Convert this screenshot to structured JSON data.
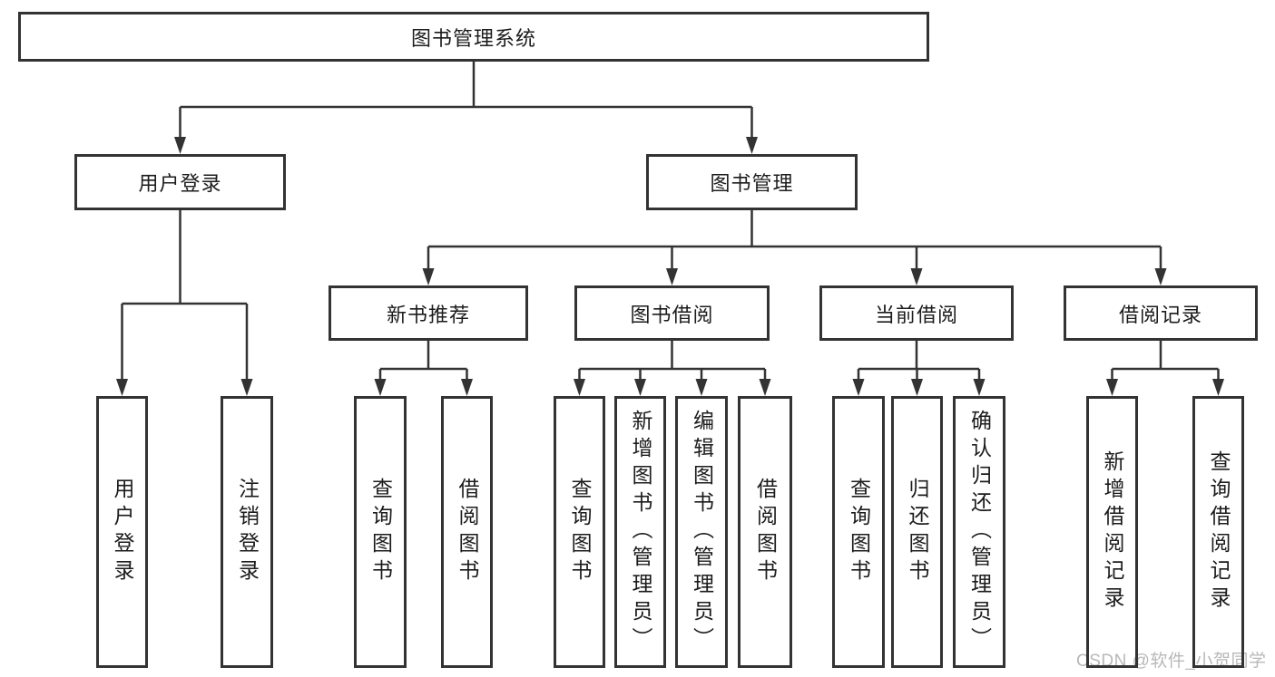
{
  "nodes": {
    "root": "图书管理系统",
    "level2": [
      "用户登录",
      "图书管理"
    ],
    "level3": [
      "新书推荐",
      "图书借阅",
      "当前借阅",
      "借阅记录"
    ],
    "leaves_user": [
      "用户登录",
      "注销登录"
    ],
    "leaves_recommend": [
      "查询图书",
      "借阅图书"
    ],
    "leaves_borrow": [
      "查询图书",
      "新增图书（管理员）",
      "编辑图书（管理员）",
      "借阅图书"
    ],
    "leaves_current": [
      "查询图书",
      "归还图书",
      "确认归还（管理员）"
    ],
    "leaves_records": [
      "新增借阅记录",
      "查询借阅记录"
    ]
  },
  "watermark": "CSDN @软件_小贺同学",
  "colors": {
    "line": "#333333",
    "box_border": "#333333",
    "box_background": "#ffffff",
    "text": "#1c1c1c",
    "watermark": "#b8b8b8",
    "page_background": "#ffffff"
  }
}
